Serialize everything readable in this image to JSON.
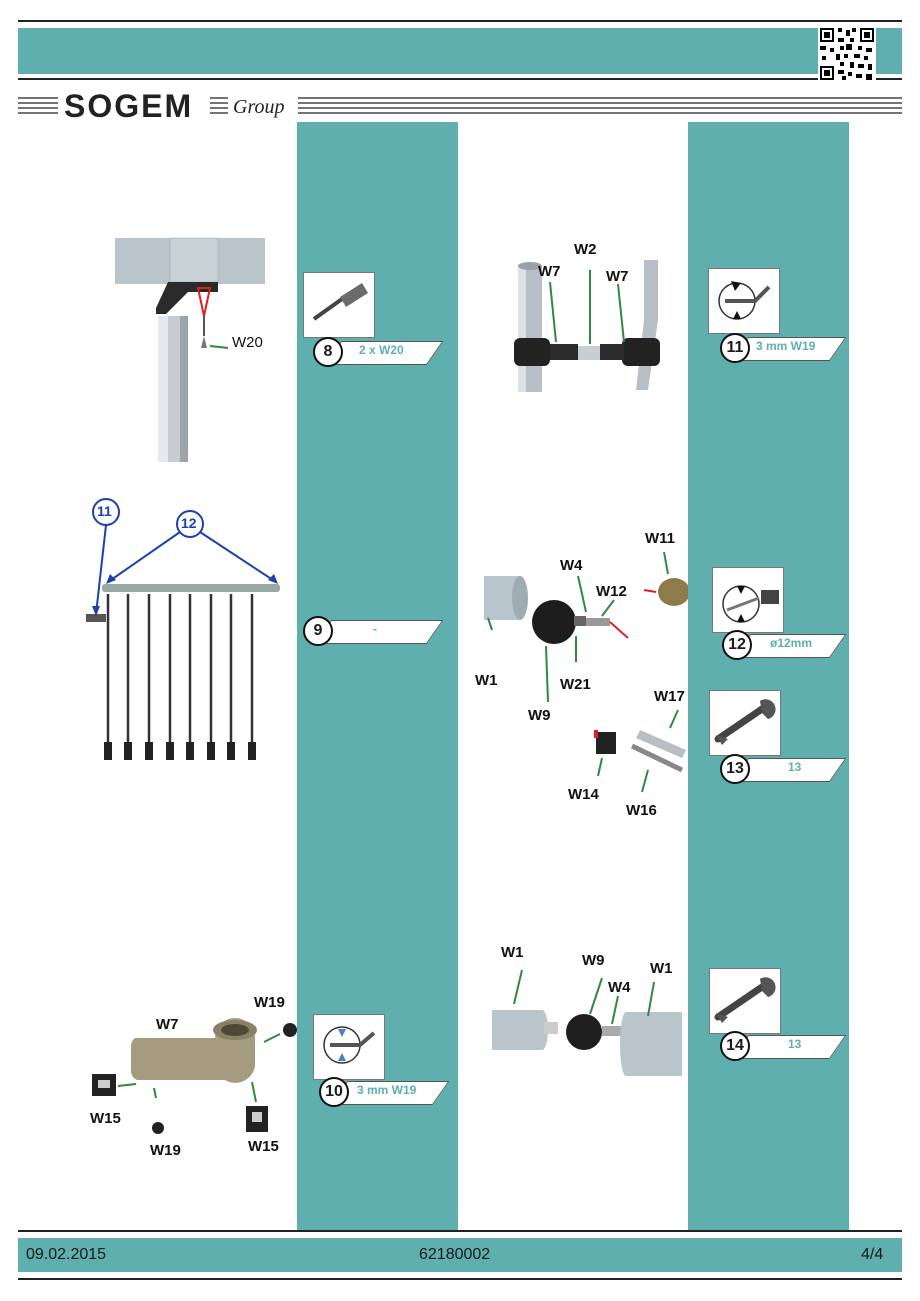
{
  "brand": {
    "logo_text": "SOGEM",
    "logo_script": "Group"
  },
  "footer": {
    "date": "09.02.2015",
    "code": "62180002",
    "page": "4/4"
  },
  "steps": [
    {
      "number": "8",
      "label": "2 x W20"
    },
    {
      "number": "9",
      "label": "-"
    },
    {
      "number": "10",
      "label": "3 mm W19"
    },
    {
      "number": "11",
      "label": "3 mm W19"
    },
    {
      "number": "12",
      "label": "ø12mm"
    },
    {
      "number": "13",
      "label": "13"
    },
    {
      "number": "14",
      "label": "13"
    }
  ],
  "callouts": {
    "step8": [
      "W20"
    ],
    "step9": [
      "11",
      "12"
    ],
    "step10": [
      "W7",
      "W19",
      "W15",
      "W19",
      "W15"
    ],
    "step11": [
      "W2",
      "W7",
      "W7"
    ],
    "step12": [
      "W11",
      "W4",
      "W12",
      "W1",
      "W21",
      "W9"
    ],
    "step13": [
      "W17",
      "W14",
      "W16"
    ],
    "step14": [
      "W1",
      "W9",
      "W1",
      "W4"
    ]
  },
  "colors": {
    "accent_teal": "#5fafae",
    "arrow_green": "#2e8b3d",
    "arrow_red": "#e02020",
    "callout_blue": "#1e3fb0"
  }
}
